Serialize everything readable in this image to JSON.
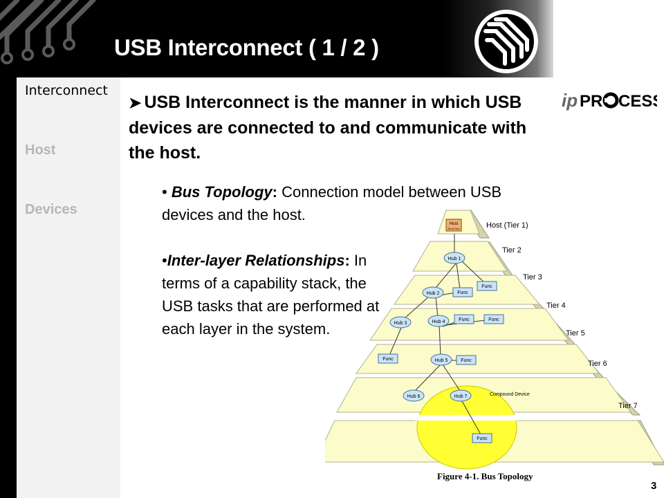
{
  "title": "USB Interconnect ( 1 / 2 )",
  "sidebar": {
    "items": [
      {
        "label": "Interconnect",
        "active": true
      },
      {
        "label": "Host",
        "active": false
      },
      {
        "label": "Devices",
        "active": false
      }
    ]
  },
  "logo": {
    "prefix": "ip",
    "suffix": "PR",
    "o": "O",
    "rest": "CESS"
  },
  "content": {
    "lead": "USB Interconnect is the manner in which USB devices are connected to and communicate with the host.",
    "bullet1": {
      "term": "Bus Topology",
      "sep": ":",
      "text": " Connection model between USB devices and the host."
    },
    "bullet2": {
      "term": "Inter-layer Relationships",
      "sep": ":",
      "text": " In terms of a capability stack, the USB tasks that are performed at each layer in the system."
    }
  },
  "diagram": {
    "tiers": [
      "Host (Tier 1)",
      "Tier 2",
      "Tier 3",
      "Tier 4",
      "Tier 5",
      "Tier 6",
      "Tier 7"
    ],
    "host_label": "Host",
    "root_hub_label": "Root Hub",
    "compound_label": "Compound Device",
    "nodes": {
      "hub1": "Hub 1",
      "hub2": "Hub 2",
      "hub3": "Hub 3",
      "hub4": "Hub 4",
      "hub5": "Hub 5",
      "hub6": "Hub 6",
      "hub7": "Hub 7",
      "func": "Func"
    },
    "colors": {
      "tier": "#fdfccc",
      "tier_side": "#d0d0a8",
      "compound": "#ffff33",
      "node": "#cce4f7",
      "host": "#f0b070"
    }
  },
  "caption": "Figure 4-1.  Bus Topology",
  "page_number": "3"
}
